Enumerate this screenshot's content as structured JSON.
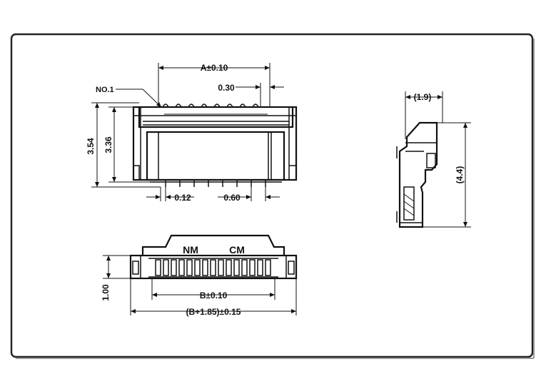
{
  "drawing": {
    "front_view": {
      "dim_width": "A±0.10",
      "dim_pin_width": "0.30",
      "label_pin1": "NO.1",
      "dim_height_outer": "3.54",
      "dim_height_inner": "3.36",
      "dim_lead": "0.12",
      "dim_pitch": "0.60"
    },
    "side_view": {
      "dim_depth": "(1.9)",
      "dim_height": "(4.4)"
    },
    "bottom_view": {
      "marking_left": "NM",
      "marking_right": "CM",
      "dim_contact_span": "B±0.10",
      "dim_overall": "(B+1.85)±0.15",
      "dim_depth": "1.00"
    }
  }
}
